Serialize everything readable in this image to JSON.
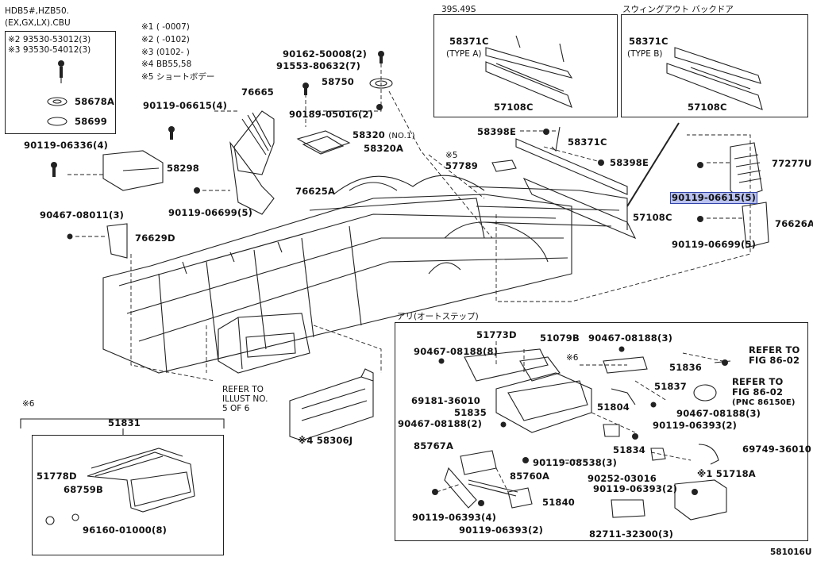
{
  "header": {
    "model_line1": "HDB5#,HZB50.",
    "model_line2": "(EX,GX,LX).CBU"
  },
  "notes": [
    {
      "mark": "※1",
      "text": "(     -0007)"
    },
    {
      "mark": "※2",
      "text": "(     -0102)"
    },
    {
      "mark": "※3",
      "text": "(0102-     )"
    },
    {
      "mark": "※4",
      "text": "BB55,58"
    },
    {
      "mark": "※5",
      "text": "ショートボデー"
    }
  ],
  "inset_top_left": {
    "line1": "※2 93530-53012(3)",
    "line2": "※3 93530-54012(3)",
    "parts": [
      "58678A",
      "58699"
    ]
  },
  "inset_39s": {
    "title": "39S.49S",
    "part_top": "58371C",
    "part_top_sub": "(TYPE A)",
    "part_bottom": "57108C"
  },
  "inset_swing": {
    "title": "スウィングアウト バックドア",
    "part_top": "58371C",
    "part_top_sub": "(TYPE B)",
    "part_bottom": "57108C"
  },
  "labels": {
    "p90119_06336": "90119-06336(4)",
    "p58298": "58298",
    "p90467_08011": "90467-08011(3)",
    "p76629D": "76629D",
    "p90119_06615_4": "90119-06615(4)",
    "p76665": "76665",
    "p76625A": "76625A",
    "p90119_06699_5a": "90119-06699(5)",
    "p90162_50008": "90162-50008(2)",
    "p91553_80632": "91553-80632(7)",
    "p58750": "58750",
    "p90189_05016": "90189-05016(2)",
    "p58320": "58320",
    "p58320_sub": "(NO.1)",
    "p58320A": "58320A",
    "p58398E_a": "58398E",
    "p58371C": "58371C",
    "p58398E_b": "58398E",
    "p57789_mark": "※5",
    "p57789": "57789",
    "p57108C": "57108C",
    "p77277U": "77277U",
    "p90119_06615_5": "90119-06615(5)",
    "p76626A": "76626A",
    "p90119_06699_5b": "90119-06699(5)",
    "refer_illust": [
      "REFER TO",
      "ILLUST NO.",
      "5 OF 6"
    ],
    "p58306J": "※4 58306J"
  },
  "inset_step": {
    "mark": "※6",
    "title": "51831",
    "parts": {
      "p51778D": "51778D",
      "p68759B": "68759B",
      "p96160": "96160-01000(8)"
    }
  },
  "inset_auto_step": {
    "title": "アリ(オートステップ)",
    "labels": {
      "p51773D": "51773D",
      "p51079B": "51079B",
      "p90467_08188_8": "90467-08188(8)",
      "p90467_08188_3a": "90467-08188(3)",
      "mark6": "※6",
      "p51836": "51836",
      "refer_86_02a": [
        "REFER TO",
        "FIG 86-02"
      ],
      "refer_86_02b": [
        "REFER TO",
        "FIG 86-02",
        "(PNC 86150E)"
      ],
      "p69181": "69181-36010",
      "p51835": "51835",
      "p90467_08188_2": "90467-08188(2)",
      "p51837": "51837",
      "p51804": "51804",
      "p90467_08188_3b": "90467-08188(3)",
      "p90119_06393_2a": "90119-06393(2)",
      "p51834": "51834",
      "p69749": "69749-36010",
      "p85767A": "85767A",
      "p90119_08538": "90119-08538(3)",
      "p85760A": "85760A",
      "p90252": "90252-03016",
      "p51718A": "※1 51718A",
      "p90119_06393_2b": "90119-06393(2)",
      "p90119_06393_4": "90119-06393(4)",
      "p51840": "51840",
      "p90119_06393_2c": "90119-06393(2)",
      "p82711": "82711-32300(3)"
    }
  },
  "footer_code": "581016U",
  "highlight_color": "#b9c2f0"
}
